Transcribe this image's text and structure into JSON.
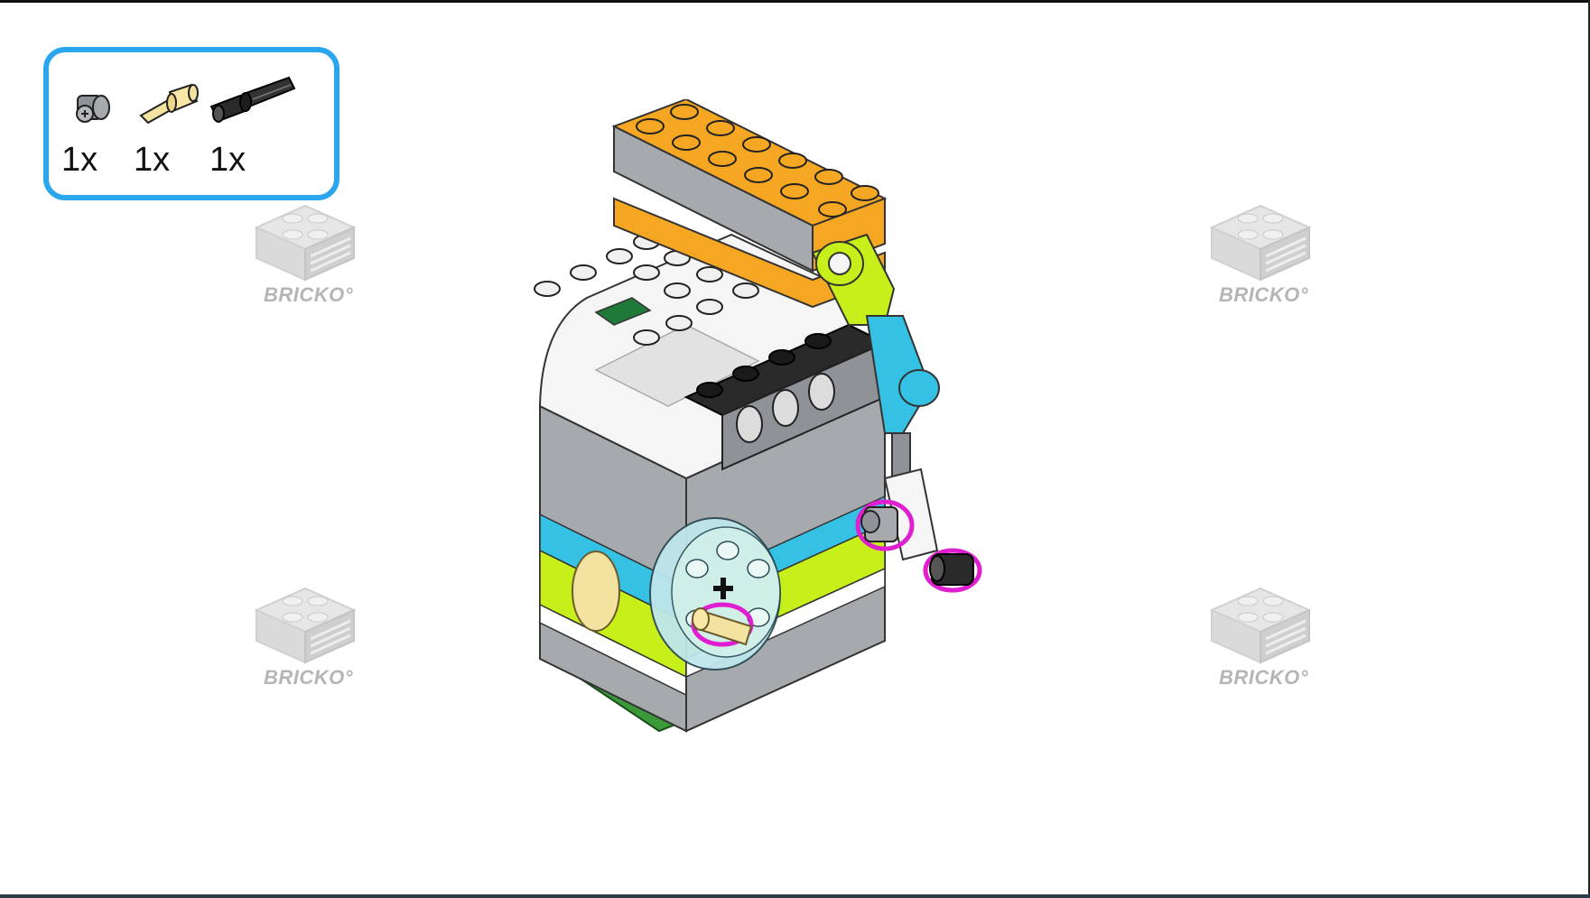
{
  "parts_callout": {
    "items": [
      {
        "icon": "gray-bush-icon",
        "quantity": "1x"
      },
      {
        "icon": "tan-axle-pin-icon",
        "quantity": "1x"
      },
      {
        "icon": "black-long-pin-icon",
        "quantity": "1x"
      }
    ]
  },
  "watermark": {
    "text": "BRICKO",
    "mark": "°"
  },
  "colors": {
    "callout_border": "#2aa6ee",
    "highlight": "#e020d0",
    "orange": "#f5a623",
    "lime": "#c7ef1a",
    "azure": "#35c1e4",
    "green": "#3a9a3a",
    "gray": "#a7aaad",
    "tan": "#f3e2a0"
  }
}
